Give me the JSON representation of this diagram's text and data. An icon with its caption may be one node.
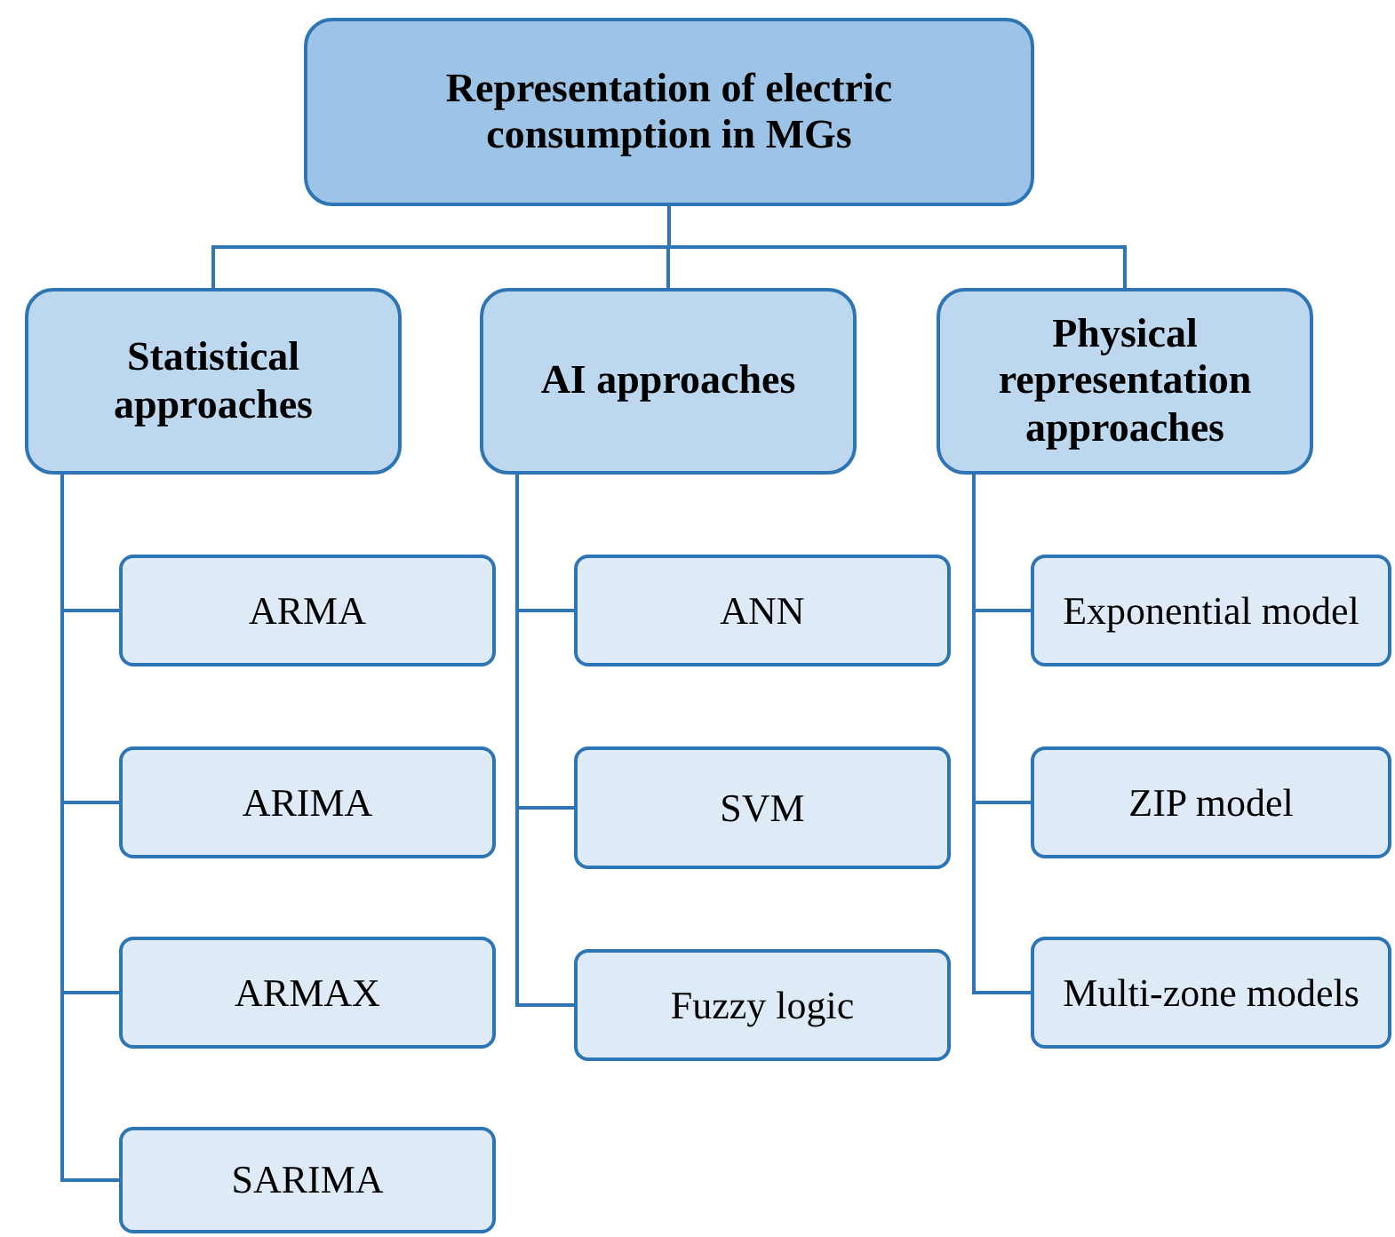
{
  "diagram": {
    "nodes": [
      {
        "text": [
          "Representation of electric consumption in MGs"
        ]
      },
      {
        "text": [
          "Statistical approaches"
        ]
      },
      {
        "text": [
          "ARMA"
        ]
      },
      {
        "text": [
          "ARIMA"
        ]
      },
      {
        "text": [
          "ARMAX"
        ]
      },
      {
        "text": [
          "SARIMA"
        ]
      },
      {
        "text": [
          "AI approaches"
        ]
      },
      {
        "text": [
          "ANN"
        ]
      },
      {
        "text": [
          "SVM"
        ]
      },
      {
        "text": [
          "Fuzzy logic"
        ]
      },
      {
        "text": [
          "Physical representation approaches"
        ]
      },
      {
        "text": [
          "Exponential model"
        ]
      },
      {
        "text": [
          "ZIP model"
        ]
      },
      {
        "text": [
          "Multi-zone models"
        ]
      }
    ],
    "edges": [
      {
        "from": 0,
        "to": 1,
        "arrow": "none"
      },
      {
        "from": 0,
        "to": 6,
        "arrow": "none"
      },
      {
        "from": 0,
        "to": 10,
        "arrow": "none"
      },
      {
        "from": 1,
        "to": 2,
        "arrow": "none"
      },
      {
        "from": 1,
        "to": 3,
        "arrow": "none"
      },
      {
        "from": 1,
        "to": 4,
        "arrow": "none"
      },
      {
        "from": 1,
        "to": 5,
        "arrow": "none"
      },
      {
        "from": 6,
        "to": 7,
        "arrow": "none"
      },
      {
        "from": 6,
        "to": 8,
        "arrow": "none"
      },
      {
        "from": 6,
        "to": 9,
        "arrow": "none"
      },
      {
        "from": 10,
        "to": 11,
        "arrow": "none"
      },
      {
        "from": 10,
        "to": 12,
        "arrow": "none"
      },
      {
        "from": 10,
        "to": 13,
        "arrow": "none"
      }
    ]
  }
}
